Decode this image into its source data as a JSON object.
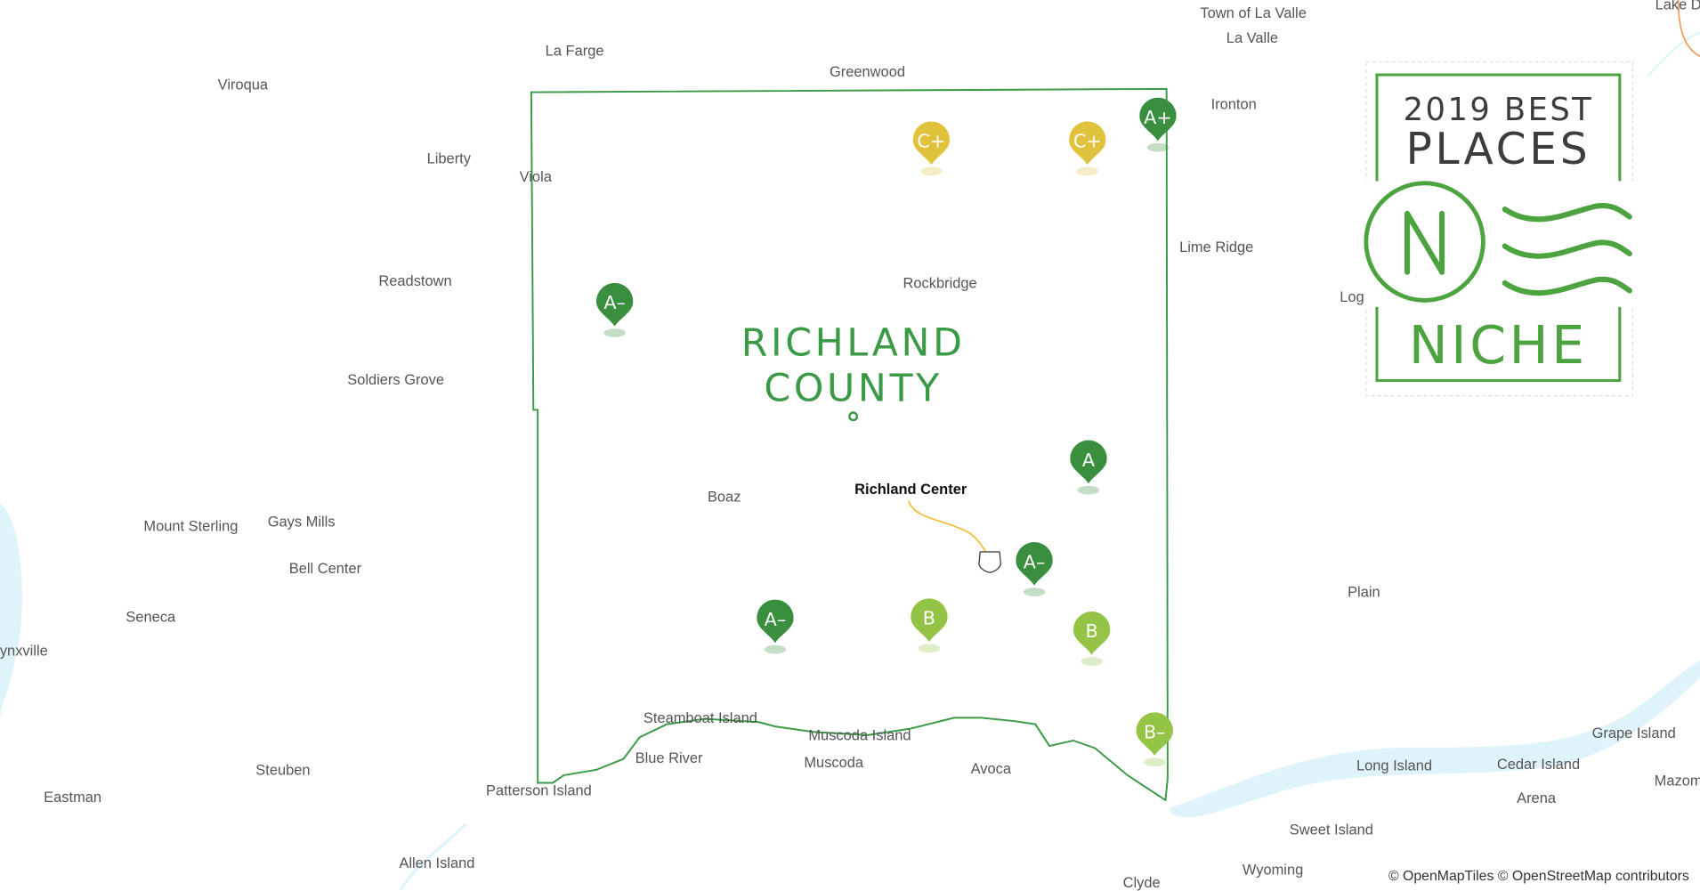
{
  "map": {
    "county_title_line1": "RICHLAND",
    "county_title_line2": "COUNTY",
    "places": [
      {
        "name": "Town of La Valle"
      },
      {
        "name": "La Valle"
      },
      {
        "name": "La Farge"
      },
      {
        "name": "Greenwood"
      },
      {
        "name": "Viroqua"
      },
      {
        "name": "Ironton"
      },
      {
        "name": "Liberty"
      },
      {
        "name": "Viola"
      },
      {
        "name": "Lime Ridge"
      },
      {
        "name": "Readstown"
      },
      {
        "name": "Rockbridge"
      },
      {
        "name": "Log"
      },
      {
        "name": "Soldiers Grove"
      },
      {
        "name": "Boaz"
      },
      {
        "name": "Richland Center",
        "major": true
      },
      {
        "name": "Mount Sterling"
      },
      {
        "name": "Gays Mills"
      },
      {
        "name": "Bell Center"
      },
      {
        "name": "Plain"
      },
      {
        "name": "Seneca"
      },
      {
        "name": "ynxville"
      },
      {
        "name": "Steamboat Island"
      },
      {
        "name": "Muscoda Island"
      },
      {
        "name": "Grape Island"
      },
      {
        "name": "Blue River"
      },
      {
        "name": "Muscoda"
      },
      {
        "name": "Avoca"
      },
      {
        "name": "Long Island"
      },
      {
        "name": "Cedar Island"
      },
      {
        "name": "Mazom"
      },
      {
        "name": "Steuben"
      },
      {
        "name": "Eastman"
      },
      {
        "name": "Arena"
      },
      {
        "name": "Patterson Island"
      },
      {
        "name": "Sweet Island"
      },
      {
        "name": "Allen Island"
      },
      {
        "name": "Wyoming"
      },
      {
        "name": "Clyde"
      },
      {
        "name": "Lake D"
      }
    ],
    "grade_markers": [
      {
        "grade": "C+",
        "color": "#e1c23c"
      },
      {
        "grade": "C+",
        "color": "#e1c23c"
      },
      {
        "grade": "A+",
        "color": "#3a8f3e"
      },
      {
        "grade": "A–",
        "color": "#3a8f3e"
      },
      {
        "grade": "A",
        "color": "#3a8f3e"
      },
      {
        "grade": "A–",
        "color": "#3a8f3e"
      },
      {
        "grade": "A–",
        "color": "#3a8f3e"
      },
      {
        "grade": "B",
        "color": "#93c445"
      },
      {
        "grade": "B",
        "color": "#93c445"
      },
      {
        "grade": "B–",
        "color": "#93c445"
      }
    ],
    "boundary_color": "#3a9a46",
    "water_color": "#dff4fa"
  },
  "badge": {
    "line1": "2019 BEST",
    "line2": "PLACES",
    "brand": "NICHE",
    "color": "#4ca340"
  },
  "attribution": "© OpenMapTiles © OpenStreetMap contributors"
}
